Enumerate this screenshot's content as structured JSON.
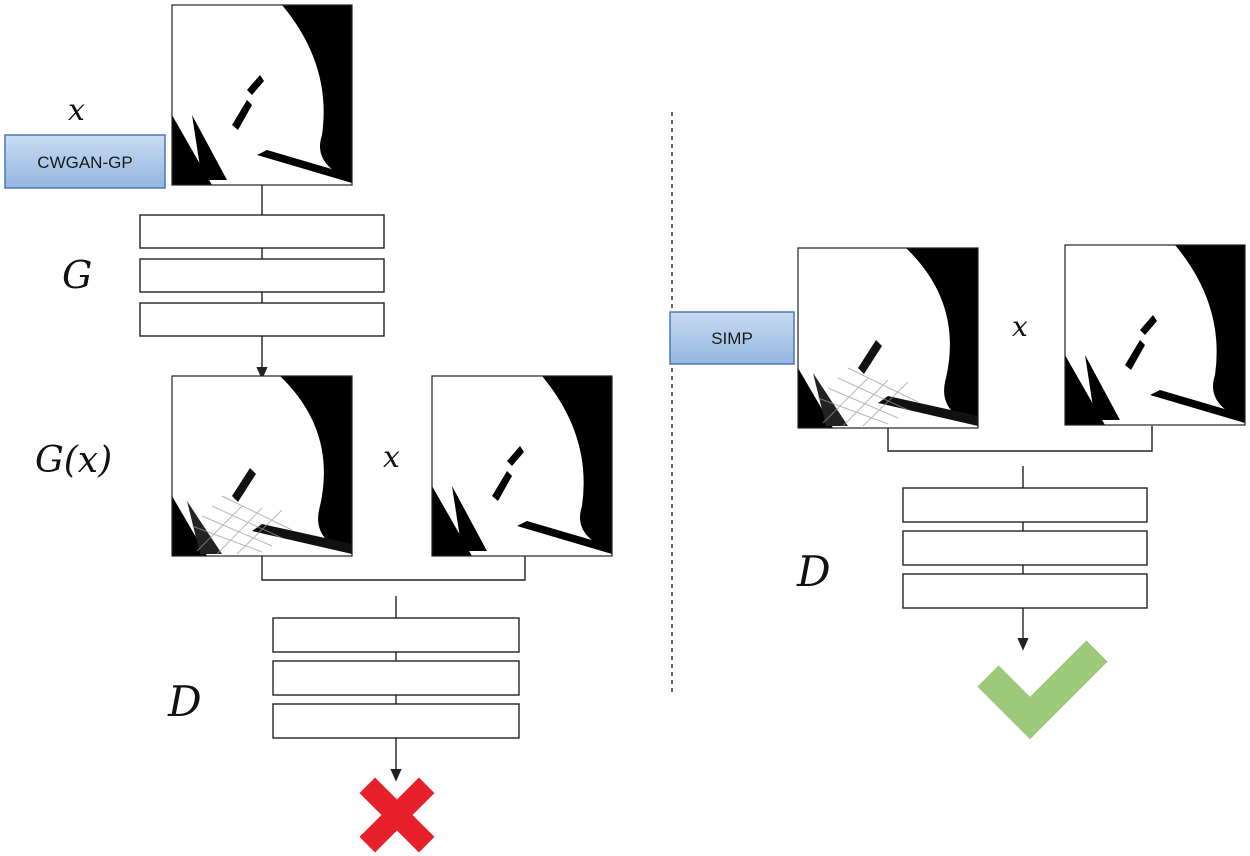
{
  "left_panel": {
    "method_tag": "CWGAN-GP",
    "input_label": "x",
    "generator_label": "G",
    "generated_label": "G(x)",
    "real_label": "x",
    "discriminator_label": "D",
    "outcome": "cross-icon"
  },
  "right_panel": {
    "method_tag": "SIMP",
    "real_label": "x",
    "discriminator_label": "D",
    "outcome": "check-icon"
  },
  "colors": {
    "tag_fill": "#a9c4e6",
    "tag_stroke": "#4a78b8",
    "cross": "#e8202a",
    "check": "#9dc97a",
    "divider": "#666666"
  }
}
